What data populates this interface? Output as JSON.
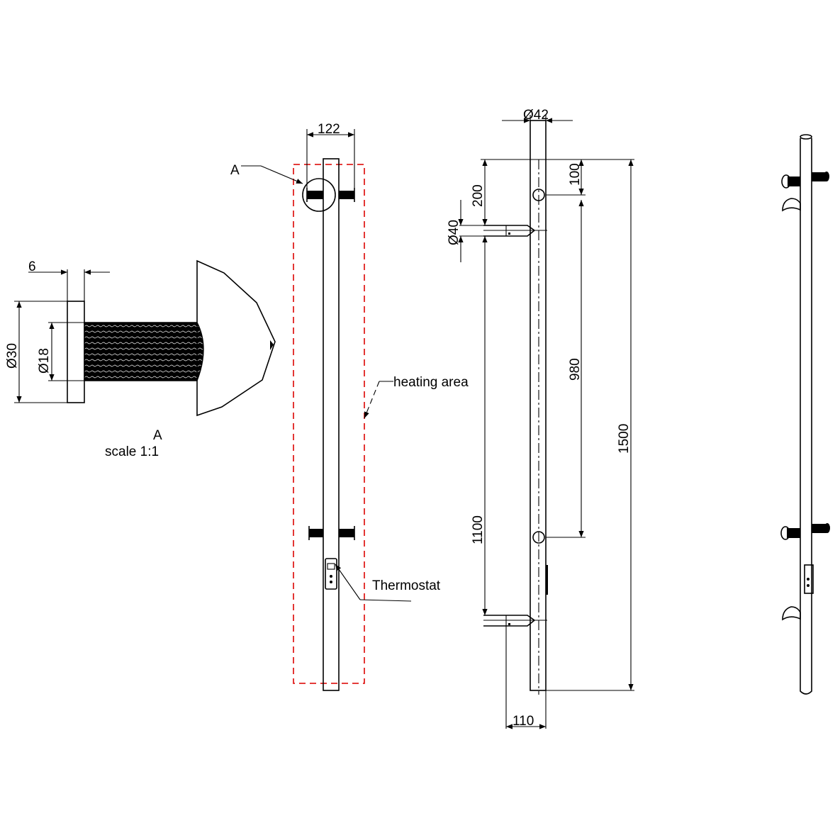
{
  "detail": {
    "dim_flange": "6",
    "dim_outer_dia": "Ø30",
    "dim_thread_dia": "Ø18",
    "title": "A",
    "scale": "scale 1:1"
  },
  "front_view": {
    "callout": "A",
    "dim_width": "122",
    "heating_area_label": "heating area",
    "thermostat_label": "Thermostat"
  },
  "side_view": {
    "dim_tube_dia": "Ø42",
    "dim_top_offset": "100",
    "dim_bracket_from_top": "200",
    "dim_bracket_dia": "Ø40",
    "dim_fixing_spacing": "980",
    "dim_bracket_spacing": "1100",
    "dim_total_height": "1500",
    "dim_projection": "110"
  },
  "colors": {
    "line": "#000000",
    "heating_area_outline": "#e0201f"
  }
}
